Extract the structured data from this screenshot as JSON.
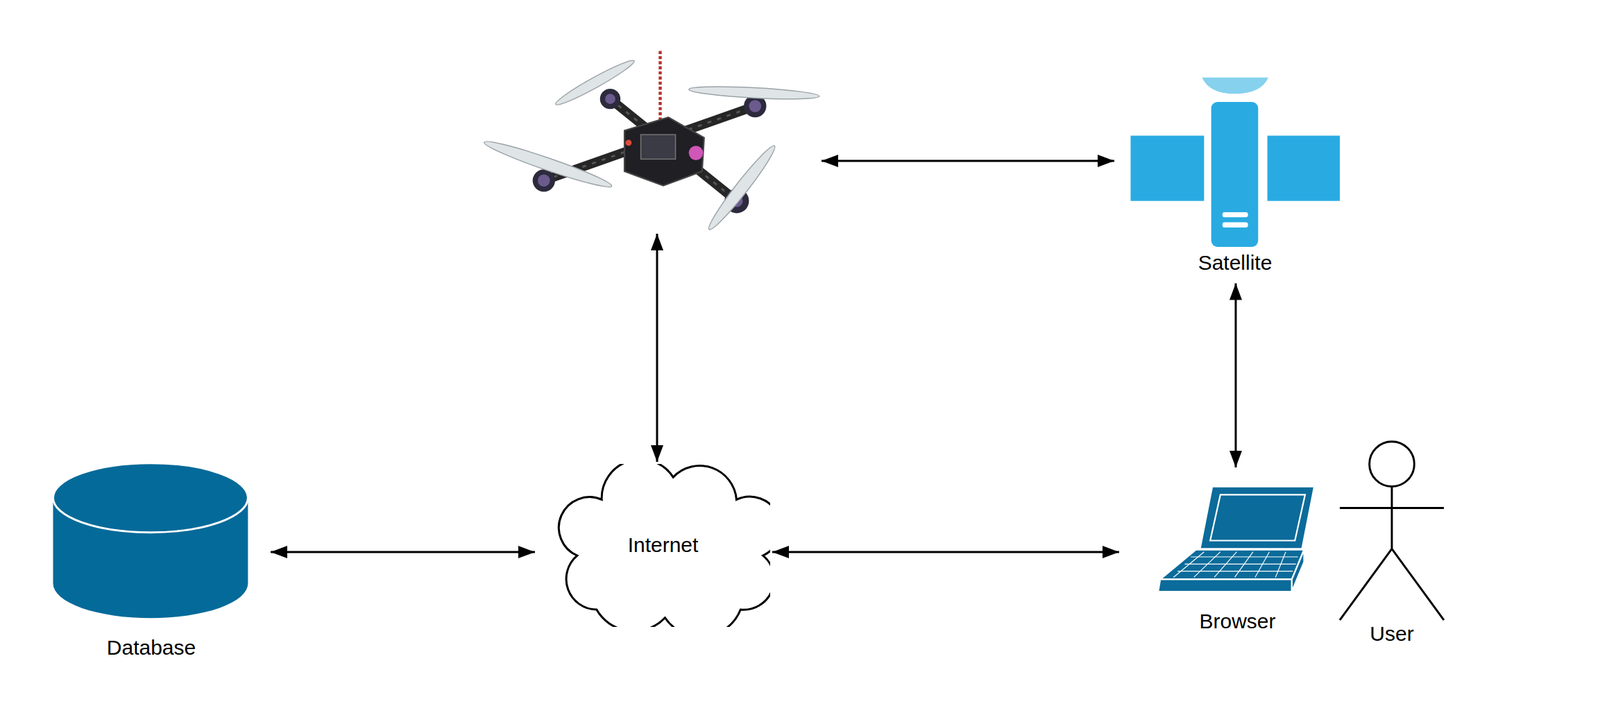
{
  "diagram": {
    "nodes": [
      {
        "text": []
      },
      {
        "text": [
          "Satellite"
        ]
      },
      {
        "text": [
          "Database"
        ]
      },
      {
        "text": [
          "Internet"
        ]
      },
      {
        "text": [
          "Browser"
        ]
      },
      {
        "text": [
          "User"
        ]
      }
    ],
    "edges": [
      {
        "from": 0,
        "to": 1,
        "arrow": "both"
      },
      {
        "from": 0,
        "to": 3,
        "arrow": "both"
      },
      {
        "from": 1,
        "to": 4,
        "arrow": "both"
      },
      {
        "from": 2,
        "to": 3,
        "arrow": "both"
      },
      {
        "from": 3,
        "to": 4,
        "arrow": "both"
      }
    ]
  }
}
